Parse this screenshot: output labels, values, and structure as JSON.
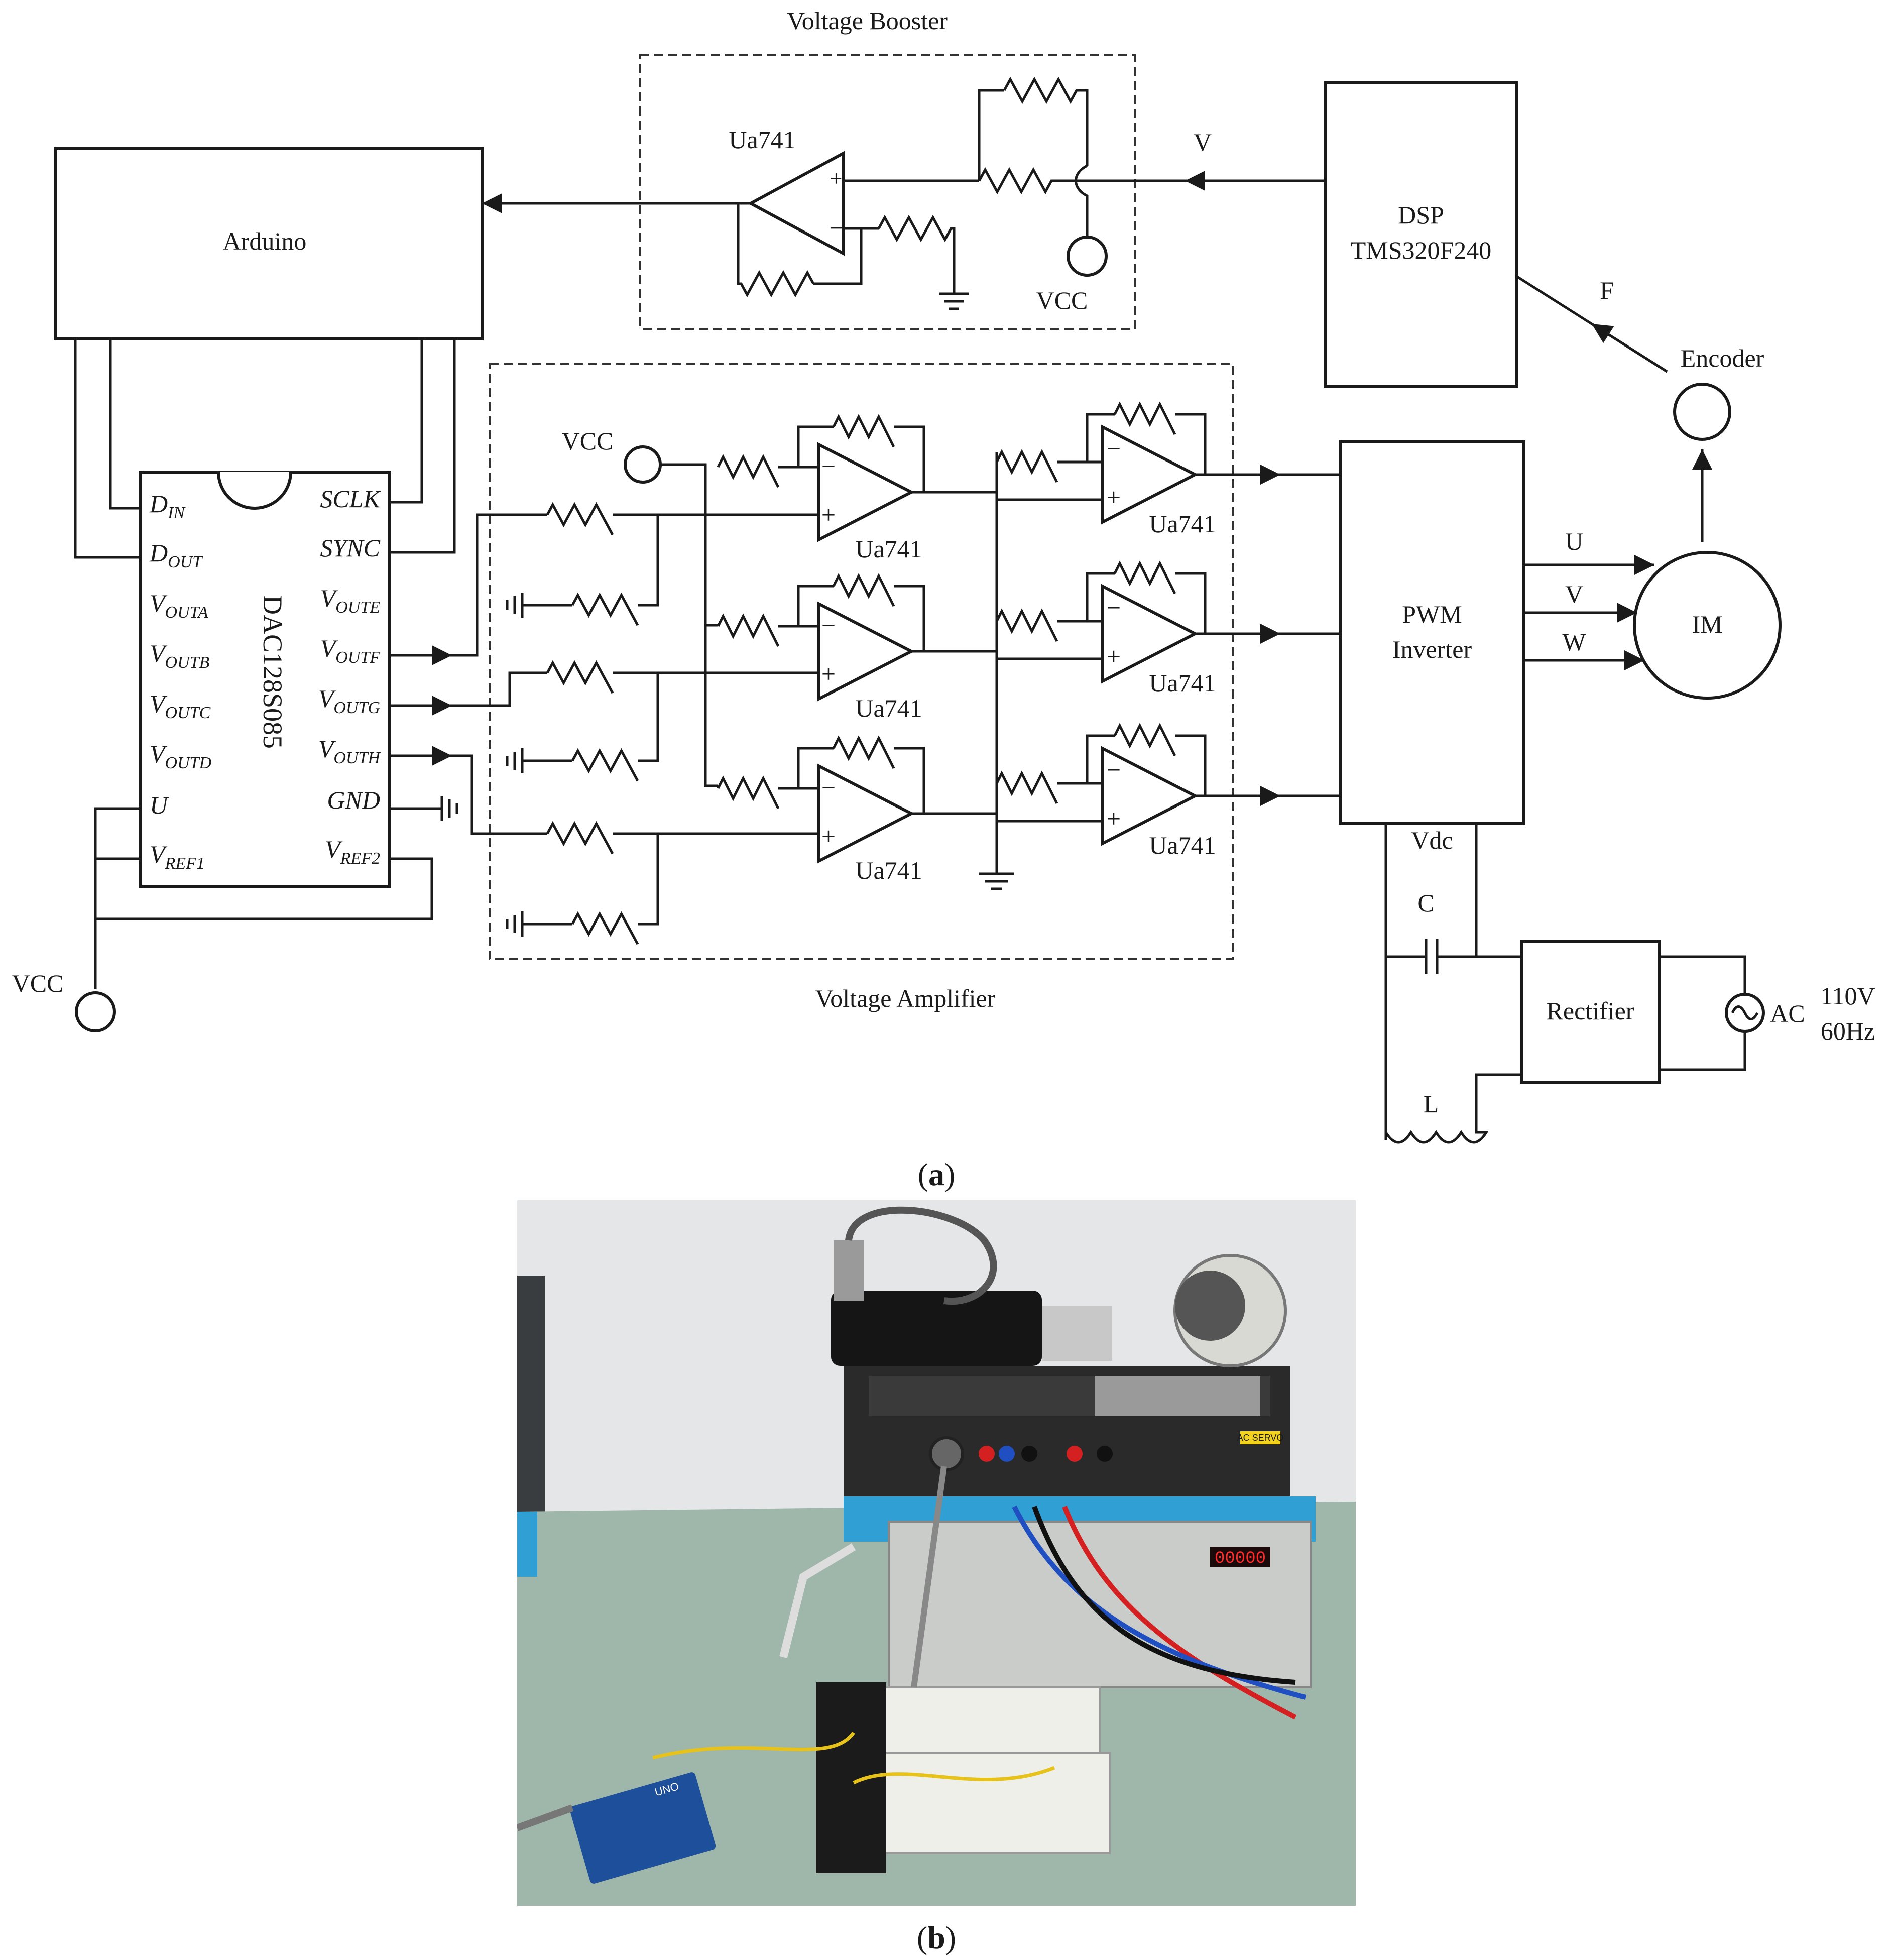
{
  "figure": {
    "panel_a_caption": "a",
    "panel_b_caption": "b",
    "caption_open": "(",
    "caption_close": ")"
  },
  "blocks": {
    "arduino": "Arduino",
    "dsp_line1": "DSP",
    "dsp_line2": "TMS320F240",
    "dac_chip": "DAC128S085",
    "pwm_line1": "PWM",
    "pwm_line2": "Inverter",
    "motor": "IM",
    "encoder": "Encoder",
    "rectifier": "Rectifier"
  },
  "groups": {
    "voltage_booster": "Voltage Booster",
    "voltage_amplifier": "Voltage Amplifier"
  },
  "opamp_label": "Ua741",
  "supply_label": "VCC",
  "signals": {
    "v": "V",
    "f": "F",
    "u": "U",
    "v_phase": "V",
    "w": "W",
    "vdc": "Vdc",
    "capacitor": "C",
    "inductor": "L",
    "ac": "AC",
    "ac_voltage": "110V",
    "ac_freq": "60Hz"
  },
  "dac_pins": {
    "left": [
      {
        "main": "D",
        "sub": "IN"
      },
      {
        "main": "D",
        "sub": "OUT"
      },
      {
        "main": "V",
        "sub": "OUTA"
      },
      {
        "main": "V",
        "sub": "OUTB"
      },
      {
        "main": "V",
        "sub": "OUTC"
      },
      {
        "main": "V",
        "sub": "OUTD"
      },
      {
        "main": "U",
        "sub": ""
      },
      {
        "main": "V",
        "sub": "REF1"
      }
    ],
    "right": [
      {
        "main": "SCLK",
        "sub": ""
      },
      {
        "main": "SYNC",
        "sub": ""
      },
      {
        "main": "V",
        "sub": "OUTE"
      },
      {
        "main": "V",
        "sub": "OUTF"
      },
      {
        "main": "V",
        "sub": "OUTG"
      },
      {
        "main": "V",
        "sub": "OUTH"
      },
      {
        "main": "GND",
        "sub": ""
      },
      {
        "main": "V",
        "sub": "REF2"
      }
    ]
  },
  "photo": {
    "panel_label": "AC SERVO",
    "display_readout": "00000",
    "board_label": "UNO"
  },
  "colors": {
    "ink": "#1a1a1a",
    "wall": "#e4e6e8",
    "bench": "#9fb7aa",
    "mat": "#2f9fd4",
    "trainer": "#c9ccc8",
    "motor": "#151515",
    "display": "#ff2a2a",
    "arduino": "#1e4f9a",
    "wire_red": "#d42020",
    "wire_blue": "#1f4fc0",
    "wire_black": "#111111",
    "wire_yellow": "#e6c21a"
  }
}
